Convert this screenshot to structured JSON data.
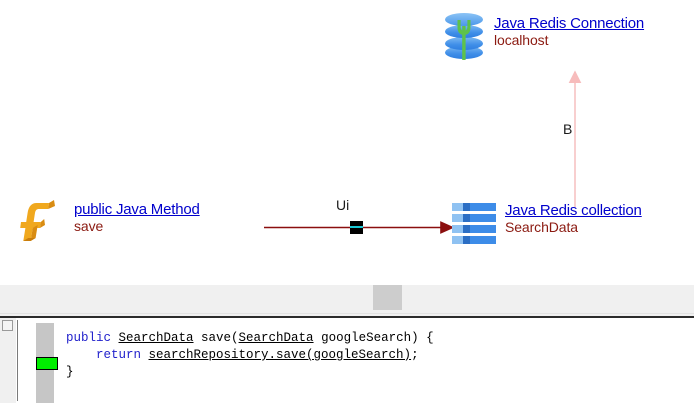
{
  "diagram": {
    "nodes": [
      {
        "id": "java-method",
        "icon": "function-f-icon",
        "title": " public Java Method",
        "subtitle": "save"
      },
      {
        "id": "redis-connection",
        "icon": "database-connection-icon",
        "title": "Java Redis Connection",
        "subtitle": "localhost"
      },
      {
        "id": "redis-collection",
        "icon": "collection-table-icon",
        "title": "Java Redis collection",
        "subtitle": "SearchData"
      }
    ],
    "edges": [
      {
        "id": "method-to-collection",
        "label": "Ui",
        "from": "java-method",
        "to": "redis-collection",
        "color": "#8b0f0f",
        "marker": "port-square-marker"
      },
      {
        "id": "collection-to-connection",
        "label": "B",
        "from": "redis-collection",
        "to": "redis-connection",
        "color": "#f7c3c3"
      }
    ],
    "colors": {
      "link_text": "#0000cc",
      "subtitle_text": "#8b1a11",
      "edge_primary": "#8b0f0f",
      "edge_secondary": "#f7c3c3",
      "icon_blue": "#3d8ce8",
      "icon_green": "#5ec24a",
      "icon_orange": "#f0a81e"
    }
  },
  "editor": {
    "gutter_marker": "green-change-marker",
    "code_lines": [
      {
        "id": "line-1",
        "segments": [
          {
            "text": "public ",
            "style": "keyword"
          },
          {
            "text": "SearchData",
            "style": "link"
          },
          {
            "text": " save(",
            "style": "plain"
          },
          {
            "text": "SearchData",
            "style": "link"
          },
          {
            "text": " googleSearch) {",
            "style": "plain"
          }
        ]
      },
      {
        "id": "line-2",
        "segments": [
          {
            "text": "    return ",
            "style": "keyword"
          },
          {
            "text": "searchRepository.save(googleSearch)",
            "style": "link"
          },
          {
            "text": ";",
            "style": "plain"
          }
        ]
      },
      {
        "id": "line-3",
        "segments": [
          {
            "text": "}",
            "style": "plain"
          }
        ]
      }
    ]
  }
}
